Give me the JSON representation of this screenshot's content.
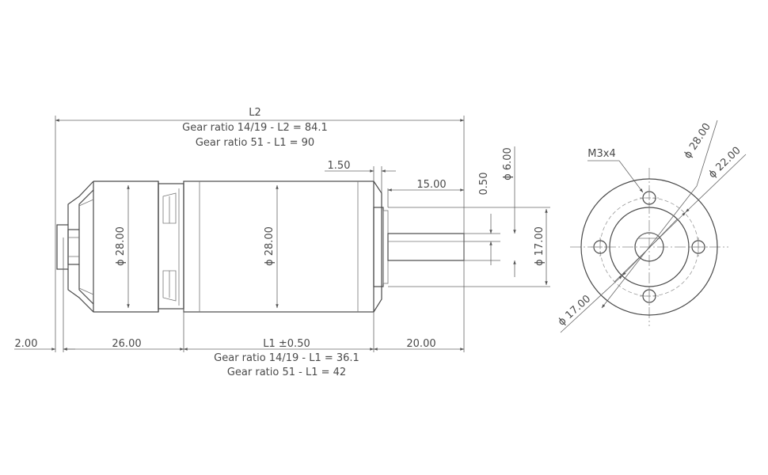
{
  "labels": {
    "l2": "L2",
    "l2_ratio_14_19": "Gear ratio 14/19 - L2 = 84.1",
    "l2_ratio_51": "Gear ratio 51 - L1 = 90",
    "dim_1_50": "1.50",
    "dim_15_00": "15.00",
    "dim_0_50": "0.50",
    "dia_6": "ϕ 6.00",
    "dia_28_gearbox": "ϕ 28.00",
    "dia_28_motor": "ϕ 28.00",
    "dia_17": "ϕ 17.00",
    "dim_2_00": "2.00",
    "dim_26_00": "26.00",
    "l1": "L1 ±0.50",
    "l1_ratio_14_19": "Gear ratio 14/19 - L1 = 36.1",
    "l1_ratio_51": "Gear ratio 51 - L1 = 42",
    "dim_20_00": "20.00",
    "thread": "M3x4",
    "front_dia_28": "ϕ 28.00",
    "front_dia_22": "ϕ 22.00",
    "front_dia_17": "ϕ 17.00"
  }
}
